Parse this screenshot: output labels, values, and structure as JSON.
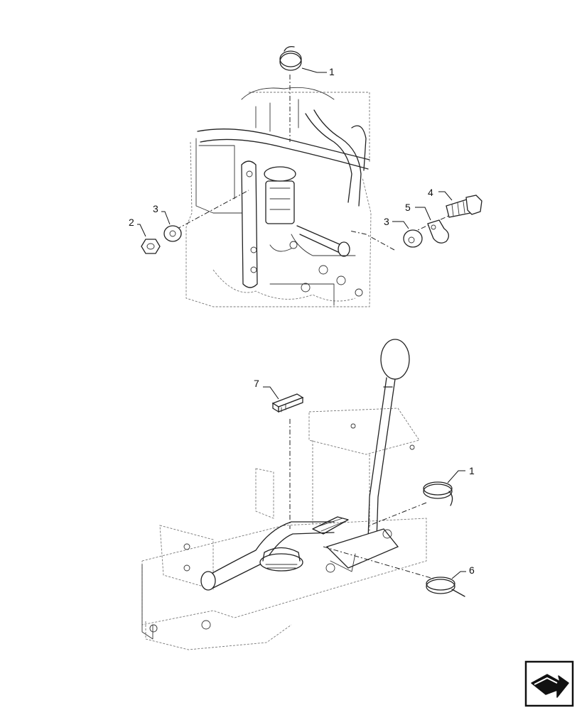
{
  "diagram": {
    "callouts": [
      {
        "id": "top-1",
        "label": "1"
      },
      {
        "id": "top-2",
        "label": "2"
      },
      {
        "id": "top-3a",
        "label": "3"
      },
      {
        "id": "top-3b",
        "label": "3"
      },
      {
        "id": "top-4",
        "label": "4"
      },
      {
        "id": "top-5",
        "label": "5"
      },
      {
        "id": "bottom-7",
        "label": "7"
      },
      {
        "id": "bottom-1",
        "label": "1"
      },
      {
        "id": "bottom-6",
        "label": "6"
      }
    ]
  },
  "icons": {
    "nav": "next-page-arrow-icon"
  }
}
